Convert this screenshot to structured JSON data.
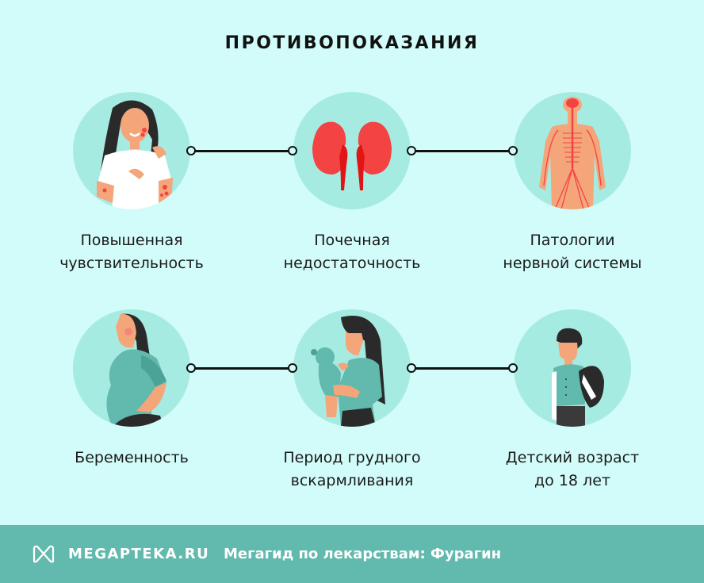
{
  "title": "ПРОТИВОПОКАЗАНИЯ",
  "colors": {
    "background": "#d2fcf9",
    "circle": "#a6ebe2",
    "footer": "#62b9ad",
    "accent_red": "#f44343",
    "text": "#1a1a1a"
  },
  "items": [
    {
      "label_line1": "Повышенная",
      "label_line2": "чувствительность",
      "icon": "woman-with-rash-icon"
    },
    {
      "label_line1": "Почечная",
      "label_line2": "недостаточность",
      "icon": "kidneys-icon"
    },
    {
      "label_line1": "Патологии",
      "label_line2": "нервной системы",
      "icon": "nervous-system-icon"
    },
    {
      "label_line1": "Беременность",
      "label_line2": "",
      "icon": "pregnant-woman-icon"
    },
    {
      "label_line1": "Период грудного",
      "label_line2": "вскармливания",
      "icon": "mother-with-baby-icon"
    },
    {
      "label_line1": "Детский возраст",
      "label_line2": "до 18 лет",
      "icon": "schoolboy-icon"
    }
  ],
  "footer": {
    "brand": "MEGAPTEKA.RU",
    "subtitle": "Мегагид по лекарствам: Фурагин",
    "logo_icon": "megapteka-logo-icon"
  }
}
